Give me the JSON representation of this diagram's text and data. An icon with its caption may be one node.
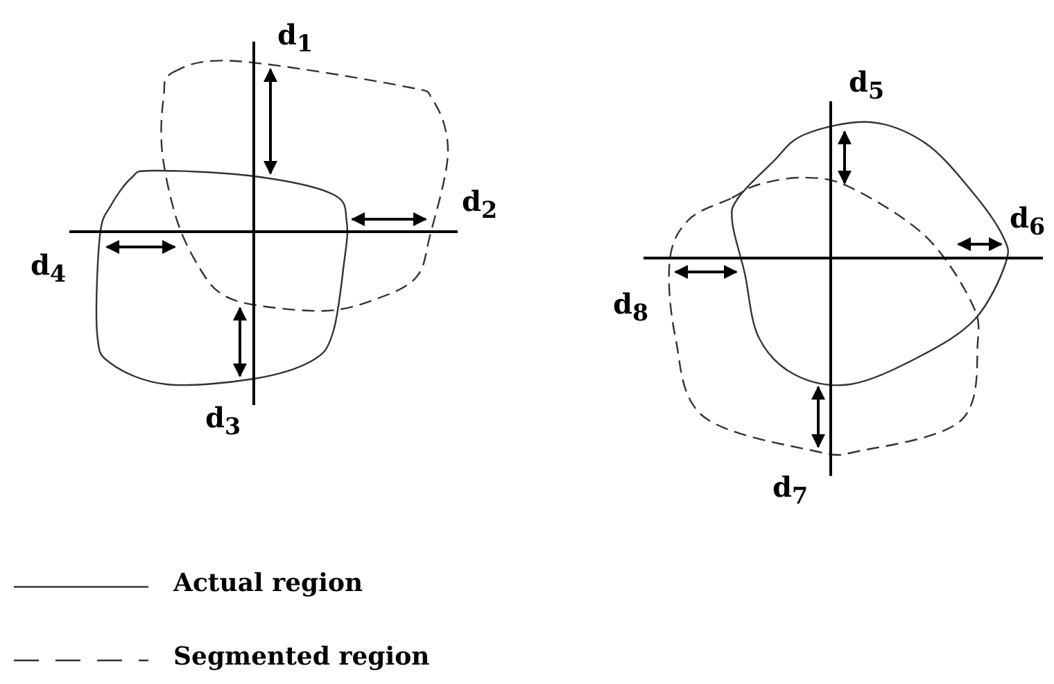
{
  "diagram": {
    "labels": [
      "d$_{1}$",
      "d$_{2}$",
      "d$_{4}$",
      "d$_{3}$",
      "d$_{5}$",
      "d$_{6}$",
      "d$_{8}$",
      "d$_{7}$"
    ],
    "legend": [
      {
        "text": "Actual region"
      },
      {
        "text": "Segmented region"
      }
    ]
  }
}
